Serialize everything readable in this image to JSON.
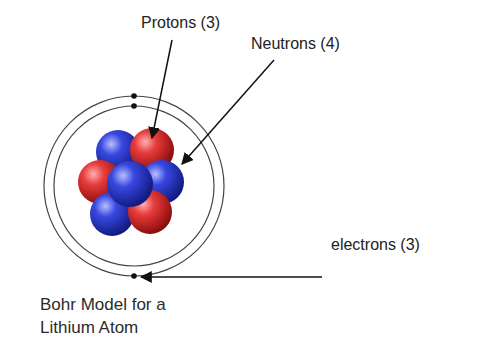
{
  "diagram": {
    "caption": "Bohr Model for a Lithium Atom",
    "labels": [
      "Protons (3)",
      "Neutrons (4)",
      "electrons (3)"
    ]
  }
}
